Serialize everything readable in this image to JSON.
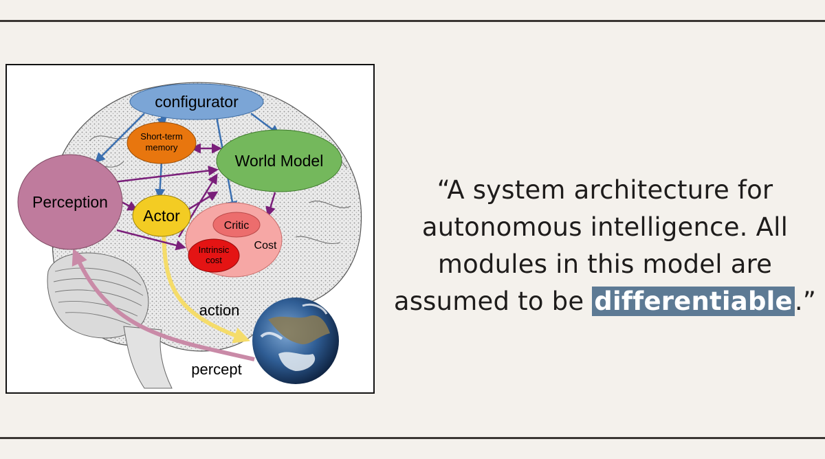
{
  "diagram": {
    "nodes": {
      "configurator": "configurator",
      "short_term_memory_line1": "Short-term",
      "short_term_memory_line2": "memory",
      "world_model": "World Model",
      "perception": "Perception",
      "actor": "Actor",
      "critic": "Critic",
      "cost": "Cost",
      "intrinsic_cost_line1": "Intrinsic",
      "intrinsic_cost_line2": "cost"
    },
    "edge_labels": {
      "action": "action",
      "percept": "percept"
    },
    "colors": {
      "configurator": "#7ba5d6",
      "short_term_memory": "#e8760e",
      "world_model": "#74b85c",
      "perception": "#bf7b9d",
      "actor": "#f3cc23",
      "cost": "#f6a7a5",
      "critic": "#ec6d6d",
      "intrinsic_cost": "#e41414",
      "blue_arrow": "#3a6fb0",
      "purple_arrow": "#7a1f7a",
      "action_arrow": "#f5dc6a",
      "percept_arrow": "#c98aa7"
    }
  },
  "quote": {
    "open_mark": "“",
    "part1": "A system architecture for autonomous intelligence. All modules in this model are assumed to be ",
    "highlight": "differentiable",
    "part2": ".",
    "close_mark": "”"
  }
}
